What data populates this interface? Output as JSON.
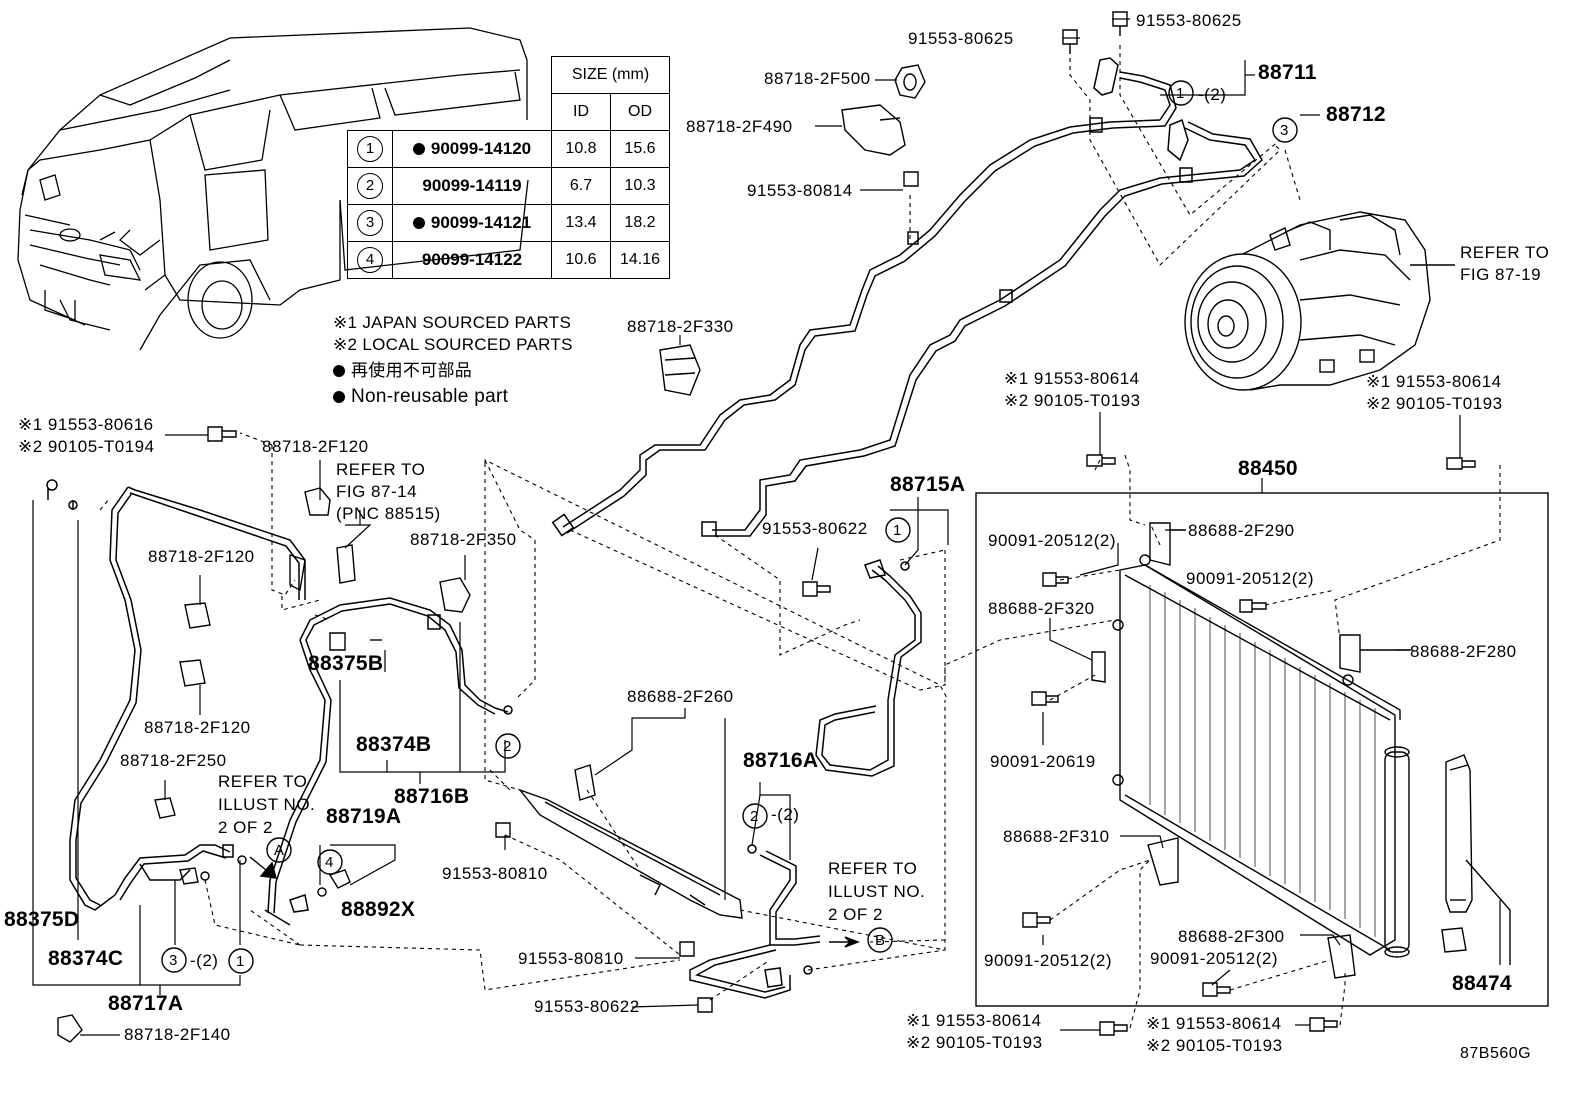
{
  "table": {
    "header_size": "SIZE (mm)",
    "header_id": "ID",
    "header_od": "OD",
    "rows": [
      {
        "num": "1",
        "dot": true,
        "part": "90099-14120",
        "id": "10.8",
        "od": "15.6"
      },
      {
        "num": "2",
        "dot": false,
        "part": "90099-14119",
        "id": "6.7",
        "od": "10.3"
      },
      {
        "num": "3",
        "dot": true,
        "part": "90099-14121",
        "id": "13.4",
        "od": "18.2"
      },
      {
        "num": "4",
        "dot": false,
        "part": "90099-14122",
        "id": "10.6",
        "od": "14.16"
      }
    ]
  },
  "notes": {
    "japan": "※1 JAPAN SOURCED PARTS",
    "local": "※2 LOCAL SOURCED PARTS",
    "jp_nonreuse": "再使用不可部品",
    "nonreuse": "Non-reusable part"
  },
  "labels": {
    "l88711": "88711",
    "l88712": "88712",
    "l91553_80625a": "91553-80625",
    "l91553_80625b": "91553-80625",
    "l88718_2f500": "88718-2F500",
    "l88718_2f490": "88718-2F490",
    "l91553_80814": "91553-80814",
    "l1_2": "-(2)",
    "refer_87_19a": "REFER TO",
    "refer_87_19b": "FIG 87-19",
    "l88718_2f330": "88718-2F330",
    "x1_80614_a": "※1 91553-80614",
    "x2_t0193_a": "※2 90105-T0193",
    "x1_80614_b": "※1 91553-80614",
    "x2_t0193_b": "※2 90105-T0193",
    "x1_80616": "※1 91553-80616",
    "x2_t0194": "※2 90105-T0194",
    "l88718_2f120a": "88718-2F120",
    "refer_87_14a": "REFER TO",
    "refer_87_14b": "FIG 87-14",
    "refer_87_14c": "(PNC 88515)",
    "l88718_2f120b": "88718-2F120",
    "l88718_2f120c": "88718-2F120",
    "l88718_2f350": "88718-2F350",
    "l88375b": "88375B",
    "l88374b": "88374B",
    "l88716b": "88716B",
    "l88718_2f250": "88718-2F250",
    "refer_a1": "REFER TO",
    "refer_a2": "ILLUST NO.",
    "refer_a3": "2 OF 2",
    "l88719a": "88719A",
    "l88892x": "88892X",
    "l88375d": "88375D",
    "l88374c": "88374C",
    "l3_2": "-(2)",
    "l88717a": "88717A",
    "l88718_2f140": "88718-2F140",
    "l88715a": "88715A",
    "l91553_80622a": "91553-80622",
    "l88688_2f260": "88688-2F260",
    "l91553_80810a": "91553-80810",
    "l88716a": "88716A",
    "l2_2": "-(2)",
    "refer_b1": "REFER TO",
    "refer_b2": "ILLUST NO.",
    "refer_b3": "2 OF 2",
    "l91553_80810b": "91553-80810",
    "l91553_80622b": "91553-80622",
    "l88450": "88450",
    "l90091_20512_2a": "90091-20512(2)",
    "l88688_2f290": "88688-2F290",
    "l90091_20512_2b": "90091-20512(2)",
    "l88688_2f320": "88688-2F320",
    "l88688_2f280": "88688-2F280",
    "l90091_20619": "90091-20619",
    "l88688_2f310": "88688-2F310",
    "l90091_20512_2c": "90091-20512(2)",
    "l88688_2f300": "88688-2F300",
    "l90091_20512_2d": "90091-20512(2)",
    "l88474": "88474",
    "x1_80614_c": "※1 91553-80614",
    "x2_t0193_c": "※2 90105-T0193",
    "x1_80614_d": "※1 91553-80614",
    "x2_t0193_d": "※2 90105-T0193",
    "fig_id": "87B560G"
  },
  "circles": {
    "c1": "1",
    "c2": "2",
    "c3": "3",
    "c4": "4",
    "cA": "A",
    "cB": "B"
  }
}
